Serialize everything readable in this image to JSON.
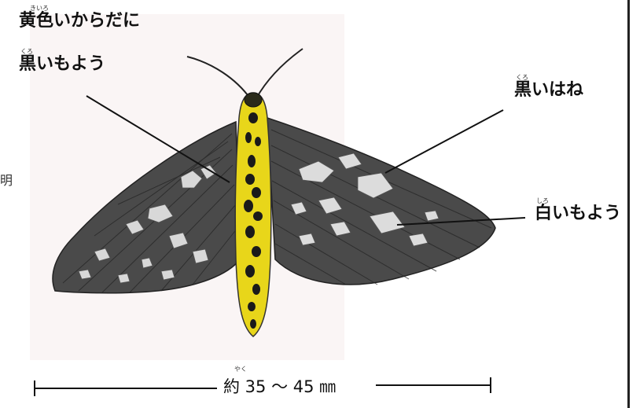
{
  "labels": {
    "body_color": {
      "ruby": "きいろ",
      "text": "黄色いからだに"
    },
    "body_pattern": {
      "ruby": "くろ",
      "text": "黒いもよう"
    },
    "wings": {
      "ruby": "くろ",
      "text": "黒いはね"
    },
    "white_pattern": {
      "ruby": "しろ",
      "text": "白いもよう"
    }
  },
  "scale": {
    "ruby": "やく",
    "text": "約 35 ～ 45 ㎜"
  },
  "edge_glyph": "明",
  "colors": {
    "wing_dark": "#3a3a3a",
    "wing_light": "#d9d9d9",
    "body_yellow": "#e8d61a",
    "body_spot": "#1a1a1a",
    "background": "#faf5f5"
  }
}
